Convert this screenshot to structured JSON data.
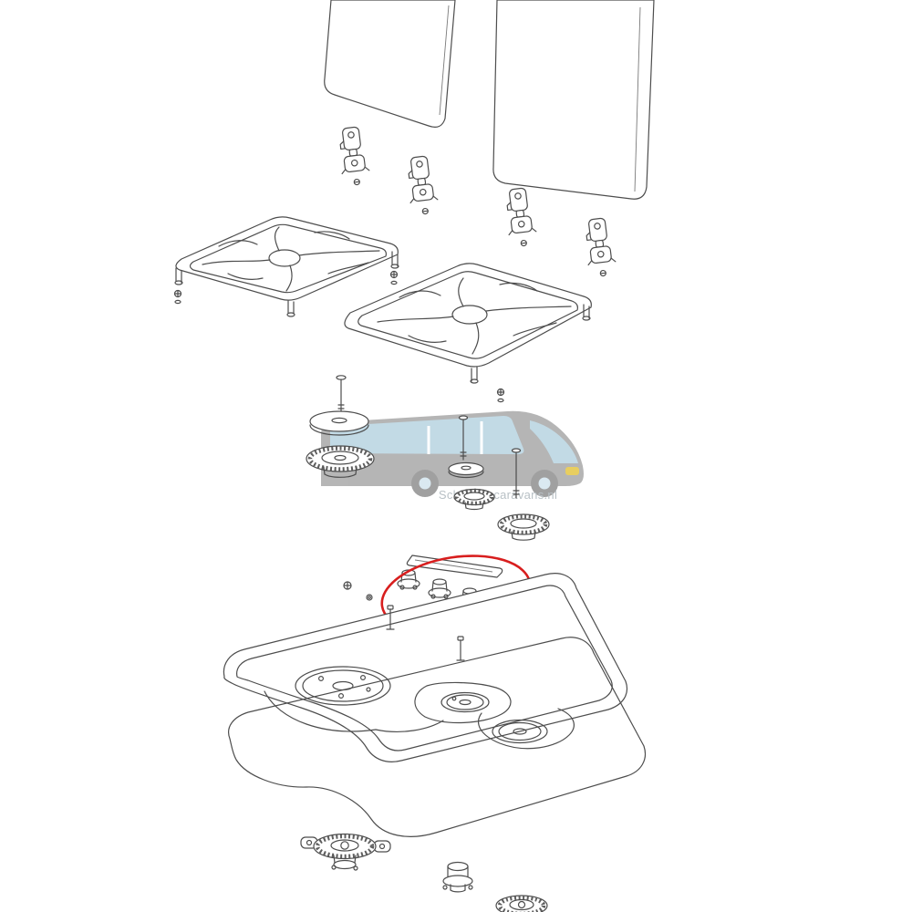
{
  "page": {
    "background": "#ffffff"
  },
  "diagram": {
    "type": "exploded-parts-diagram",
    "subject": "gas-hob-cooktop",
    "line_color": "#4d4d4d",
    "highlight": {
      "shape": "ellipse",
      "color": "#d81e1e",
      "marks": "ignition-knob-set"
    },
    "watermark": {
      "text": "Schipperscaravans.nl",
      "body_color": "#a6a6a6",
      "window_color": "#b5d2e0",
      "wheel_color": "#8c8c8c",
      "hub_color": "#d3e5ee",
      "headlight_color": "#e4c43e",
      "text_color": "#a9b3b9",
      "opacity": "0.82"
    },
    "parts": [
      "glass-lid-left",
      "glass-lid-right",
      "hinge-1",
      "hinge-2",
      "hinge-3",
      "hinge-4",
      "pan-support-left",
      "pan-support-right",
      "screw-large",
      "burner-cap-large",
      "burner-head-large",
      "screw-small",
      "burner-cap-small",
      "burner-head-small",
      "screw-medium",
      "burner-head-medium",
      "mounting-strip",
      "ignition-knob-set",
      "hob-top-tray",
      "burner-well-large",
      "burner-well-small",
      "burner-well-medium",
      "seal-gasket",
      "burner-base-bottom",
      "valve-body",
      "burner-ring-bottom",
      "fastener-set"
    ]
  }
}
